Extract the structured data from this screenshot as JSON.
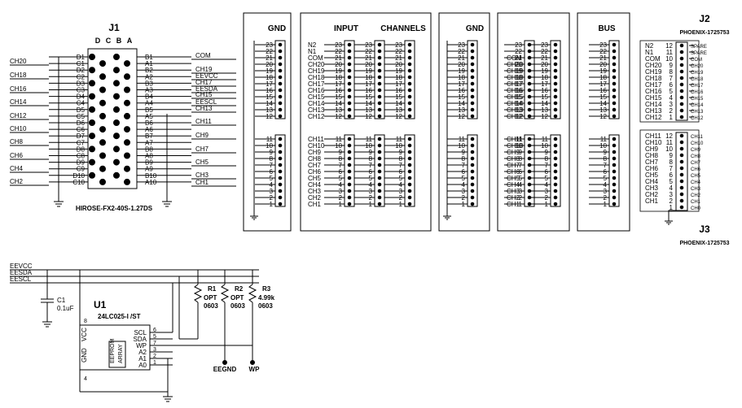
{
  "j1": {
    "ref": "J1",
    "part": "HIROSE-FX2-40S-1.27DS",
    "columns": [
      "D",
      "C",
      "B",
      "A"
    ],
    "left_pins": [
      "D1",
      "C1",
      "D2",
      "C2",
      "D3",
      "C3",
      "D4",
      "C4",
      "D5",
      "C5",
      "D6",
      "C6",
      "D7",
      "C7",
      "D8",
      "C8",
      "D9",
      "C9",
      "D10",
      "C10"
    ],
    "right_pins": [
      "B1",
      "A1",
      "B2",
      "A2",
      "B3",
      "A3",
      "B4",
      "A4",
      "B5",
      "A5",
      "B6",
      "A6",
      "B7",
      "A7",
      "B8",
      "A8",
      "B9",
      "A9",
      "B10",
      "A10"
    ],
    "left_nets": [
      "CH20",
      "CH18",
      "CH16",
      "CH14",
      "CH12",
      "CH10",
      "CH8",
      "CH6",
      "CH4",
      "CH2"
    ],
    "right_nets": [
      "COM",
      "CH19",
      "EEVCC",
      "CH17",
      "EESDA",
      "CH15",
      "EESCL",
      "CH13",
      "CH11",
      "CH9",
      "CH7",
      "CH5",
      "CH3",
      "CH1"
    ]
  },
  "headers": {
    "gnd1": "GND",
    "input": "INPUT",
    "channels": "CHANNELS",
    "gnd2": "GND",
    "bus": "BUS"
  },
  "pins_top": [
    "23",
    "22",
    "21",
    "20",
    "19",
    "18",
    "17",
    "16",
    "15",
    "14",
    "13",
    "12"
  ],
  "pins_bottom": [
    "11",
    "10",
    "9",
    "8",
    "7",
    "6",
    "5",
    "4",
    "3",
    "2",
    "1"
  ],
  "input_nets_top": [
    "N2",
    "N1",
    "COM",
    "CH20",
    "CH19",
    "CH18",
    "CH17",
    "CH16",
    "CH15",
    "CH14",
    "CH13",
    "CH12"
  ],
  "input_nets_bottom": [
    "CH11",
    "CH10",
    "CH9",
    "CH8",
    "CH7",
    "CH6",
    "CH5",
    "CH4",
    "CH3",
    "CH2",
    "CH1"
  ],
  "gnd2_nets_top": [
    "",
    "",
    "COM",
    "CH20",
    "CH19",
    "CH18",
    "CH17",
    "CH16",
    "CH15",
    "CH14",
    "CH13",
    "CH12"
  ],
  "gnd2_nets_bottom": [
    "CH11",
    "CH10",
    "CH9",
    "CH8",
    "CH7",
    "CH6",
    "CH5",
    "CH4",
    "CH3",
    "CH2",
    "CH1"
  ],
  "j2": {
    "ref": "J2",
    "part": "PHOENIX-1725753",
    "nets": [
      "N2",
      "N1",
      "COM",
      "CH20",
      "CH19",
      "CH18",
      "CH17",
      "CH16",
      "CH15",
      "CH14",
      "CH13",
      "CH12"
    ],
    "pins": [
      "12",
      "11",
      "10",
      "9",
      "8",
      "7",
      "6",
      "5",
      "4",
      "3",
      "2",
      "1"
    ],
    "labels": [
      "SPARE",
      "SPARE",
      "COM",
      "CH20",
      "CH19",
      "CH18",
      "CH17",
      "CH16",
      "CH15",
      "CH14",
      "CH13",
      "CH12"
    ]
  },
  "j3": {
    "ref": "J3",
    "part": "PHOENIX-1725753",
    "nets": [
      "CH11",
      "CH10",
      "CH9",
      "CH8",
      "CH7",
      "CH6",
      "CH5",
      "CH4",
      "CH3",
      "CH2",
      "CH1",
      ""
    ],
    "pins": [
      "12",
      "11",
      "10",
      "9",
      "8",
      "7",
      "6",
      "5",
      "4",
      "3",
      "2",
      "1"
    ],
    "labels": [
      "CH11",
      "CH10",
      "CH9",
      "CH8",
      "CH7",
      "CH6",
      "CH5",
      "CH4",
      "CH3",
      "CH2",
      "CH1",
      "CH0"
    ]
  },
  "eeprom": {
    "nets": [
      "EEVCC",
      "EESDA",
      "EESCL"
    ],
    "c1_ref": "C1",
    "c1_value": "0.1uF",
    "u1_ref": "U1",
    "u1_part": "24LC025-I /ST",
    "vcc": "VCC",
    "gnd": "GND",
    "array_line1": "EEPROM",
    "array_line2": "ARRAY",
    "pin_names": [
      "SCL",
      "SDA",
      "WP",
      "A2",
      "A1",
      "A0"
    ],
    "pin_numbers_right": [
      "6",
      "5",
      "7",
      "3",
      "2",
      "1"
    ],
    "pin_vcc": "8",
    "pin_gnd": "4",
    "resistors": [
      {
        "ref": "R1",
        "value": "OPT",
        "size": "0603"
      },
      {
        "ref": "R2",
        "value": "OPT",
        "size": "0603"
      },
      {
        "ref": "R3",
        "value": "4.99k",
        "size": "0603"
      }
    ],
    "eegnd": "EEGND",
    "wp": "WP"
  }
}
